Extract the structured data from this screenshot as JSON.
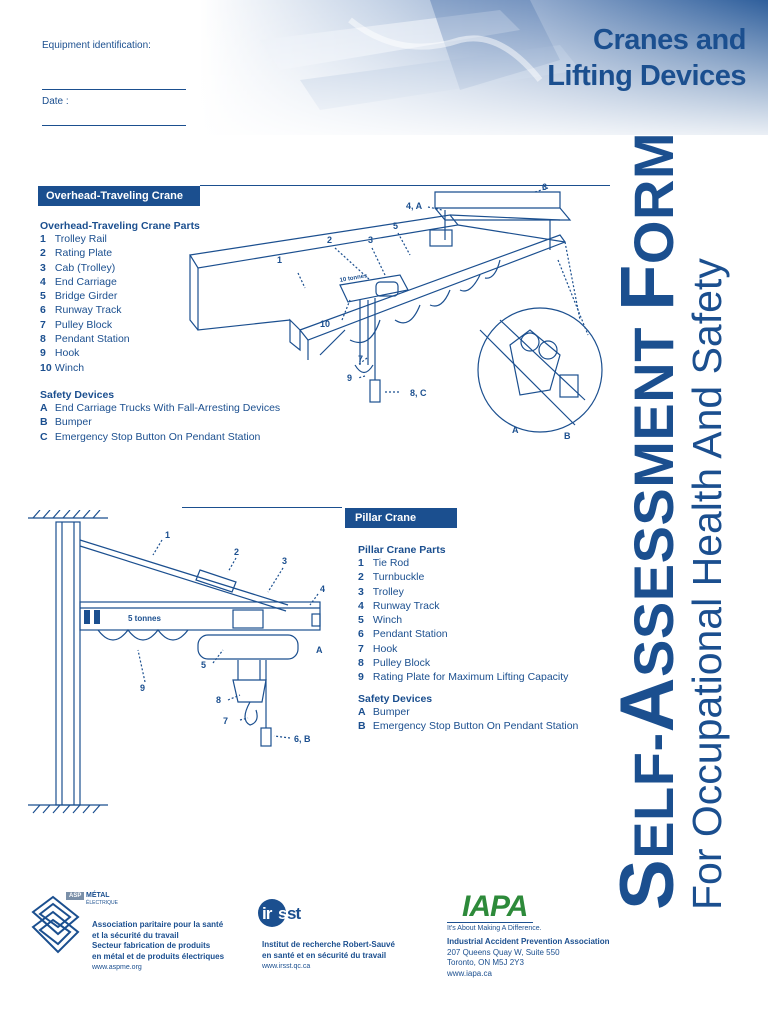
{
  "header": {
    "title_line1": "Cranes and",
    "title_line2": "Lifting Devices",
    "equipment_label": "Equipment identification:",
    "date_label": "Date :"
  },
  "vertical_title": {
    "s_cap": "S",
    "s_rest": "ELF-",
    "a_cap": "A",
    "a_rest": "SSESSMENT ",
    "f_cap": "F",
    "f_rest": "ORM",
    "line2": "For Occupational Health And Safety"
  },
  "overhead": {
    "box_title": "Overhead-Traveling Crane",
    "parts_heading": "Overhead-Traveling Crane Parts",
    "parts": [
      {
        "num": "1",
        "label": "Trolley Rail"
      },
      {
        "num": "2",
        "label": "Rating Plate"
      },
      {
        "num": "3",
        "label": "Cab (Trolley)"
      },
      {
        "num": "4",
        "label": "End Carriage"
      },
      {
        "num": "5",
        "label": "Bridge Girder"
      },
      {
        "num": "6",
        "label": "Runway Track"
      },
      {
        "num": "7",
        "label": "Pulley Block"
      },
      {
        "num": "8",
        "label": "Pendant Station"
      },
      {
        "num": "9",
        "label": "Hook"
      },
      {
        "num": "10",
        "label": "Winch"
      }
    ],
    "safety_heading": "Safety Devices",
    "safety": [
      {
        "num": "A",
        "label": "End Carriage Trucks With Fall-Arresting Devices"
      },
      {
        "num": "B",
        "label": "Bumper"
      },
      {
        "num": "C",
        "label": "Emergency Stop Button On Pendant Station"
      }
    ],
    "diagram_labels": {
      "l1": "1",
      "l2": "2",
      "l3": "3",
      "l4a": "4, A",
      "l5": "5",
      "l6": "6",
      "l7": "7",
      "l9": "9",
      "l10": "10",
      "l8c": "8, C",
      "la": "A",
      "lb": "B",
      "plate": "10 tonnes"
    }
  },
  "pillar": {
    "box_title": "Pillar Crane",
    "parts_heading": "Pillar Crane Parts",
    "parts": [
      {
        "num": "1",
        "label": "Tie Rod"
      },
      {
        "num": "2",
        "label": "Turnbuckle"
      },
      {
        "num": "3",
        "label": "Trolley"
      },
      {
        "num": "4",
        "label": "Runway Track"
      },
      {
        "num": "5",
        "label": "Winch"
      },
      {
        "num": "6",
        "label": "Pendant Station"
      },
      {
        "num": "7",
        "label": "Hook"
      },
      {
        "num": "8",
        "label": "Pulley Block"
      },
      {
        "num": "9",
        "label": "Rating Plate for Maximum Lifting Capacity"
      }
    ],
    "safety_heading": "Safety Devices",
    "safety": [
      {
        "num": "A",
        "label": "Bumper"
      },
      {
        "num": "B",
        "label": "Emergency Stop Button On Pendant Station"
      }
    ],
    "diagram_labels": {
      "l1": "1",
      "l2": "2",
      "l3": "3",
      "l4": "4",
      "la": "A",
      "l5": "5",
      "l9": "9",
      "l8": "8",
      "l7": "7",
      "l6b": "6, B",
      "plate": "5 tonnes"
    }
  },
  "footer": {
    "asp": {
      "badge": "ASP",
      "brand1": "MÉTAL",
      "brand2": "ÉLECTRIQUE",
      "lines": [
        "Association paritaire pour la santé",
        "et la sécurité du travail",
        "Secteur fabrication de produits",
        "en métal et de produits électriques"
      ],
      "url": "www.aspme.org"
    },
    "irsst": {
      "logo_prefix": "ir",
      "logo_suffix": "st",
      "logo_s": "s",
      "lines": [
        "Institut de recherche Robert-Sauvé",
        "en santé et en sécurité du travail"
      ],
      "url": "www.irsst.qc.ca"
    },
    "iapa": {
      "logo": "IAPA",
      "tagline": "It's About Making A Difference.",
      "name": "Industrial Accident Prevention Association",
      "address1": "207 Queens Quay W, Suite 550",
      "address2": "Toronto, ON  M5J 2Y3",
      "url": "www.iapa.ca"
    }
  },
  "colors": {
    "brand_blue": "#1b4f8f",
    "iapa_green": "#2d8a3a"
  }
}
